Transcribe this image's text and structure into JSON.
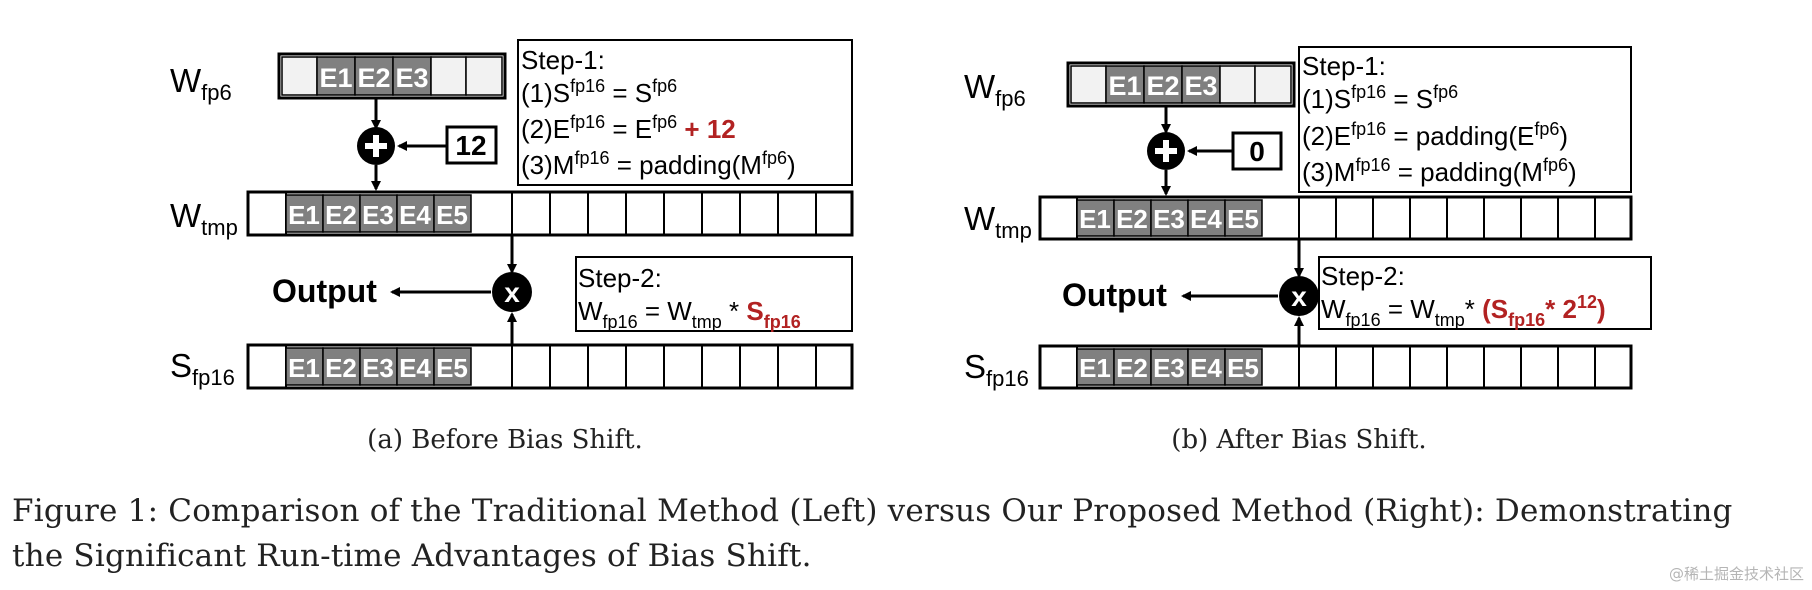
{
  "colors": {
    "cell_fill": "#808080",
    "cell_text": "#ffffff",
    "line": "#000000",
    "highlight": "#b22222",
    "empty_fill": "#f2f2f2",
    "op_fill": "#000000"
  },
  "panels": [
    {
      "w_fp6": {
        "main": "W",
        "sub": "fp6"
      },
      "w_tmp": {
        "main": "W",
        "sub": "tmp"
      },
      "s_fp16": {
        "main": "S",
        "sub": "fp16"
      },
      "exponent_cells": [
        "E1",
        "E2",
        "E3",
        "E4",
        "E5"
      ],
      "bias_value": "12",
      "add_icon": "plus-circle-icon",
      "mult_icon": "multiply-circle-icon",
      "output_label": "Output",
      "step1_title": "Step-1:",
      "step1_line1": [
        "(1)S",
        "fp16",
        " = S",
        "fp6"
      ],
      "step1_line2": [
        "(2)E",
        "fp16",
        " = E",
        "fp6",
        " + 12"
      ],
      "step1_line3": [
        "(3)M",
        "fp16",
        " = padding(M",
        "fp6",
        ")"
      ],
      "step2_title": "Step-2:",
      "step2_line": [
        "W",
        "fp16",
        " = W",
        "tmp",
        " * ",
        "S",
        "fp16"
      ],
      "caption": "(a) Before Bias Shift."
    },
    {
      "w_fp6": {
        "main": "W",
        "sub": "fp6"
      },
      "w_tmp": {
        "main": "W",
        "sub": "tmp"
      },
      "s_fp16": {
        "main": "S",
        "sub": "fp16"
      },
      "exponent_cells": [
        "E1",
        "E2",
        "E3",
        "E4",
        "E5"
      ],
      "bias_value": "0",
      "add_icon": "plus-circle-icon",
      "mult_icon": "multiply-circle-icon",
      "output_label": "Output",
      "step1_title": "Step-1:",
      "step1_line1": [
        "(1)S",
        "fp16",
        " = S",
        "fp6"
      ],
      "step1_line2": [
        "(2)E",
        "fp16",
        " = padding(E",
        "fp6",
        ")"
      ],
      "step1_line3": [
        "(3)M",
        "fp16",
        " = padding(M",
        "fp6",
        ")"
      ],
      "step2_title": "Step-2:",
      "step2_line": [
        "W",
        "fp16",
        " = W",
        "tmp",
        "* ",
        "(S",
        "fp16",
        "* 2",
        "12",
        ")"
      ],
      "caption": "(b) After Bias Shift."
    }
  ],
  "figure_caption": {
    "line1": "Figure 1: Comparison of the Traditional Method (Left) versus Our Proposed Method (Right): Demonstrating",
    "line2": "the Significant Run-time Advantages of Bias Shift."
  },
  "watermark": "@稀土掘金技术社区"
}
